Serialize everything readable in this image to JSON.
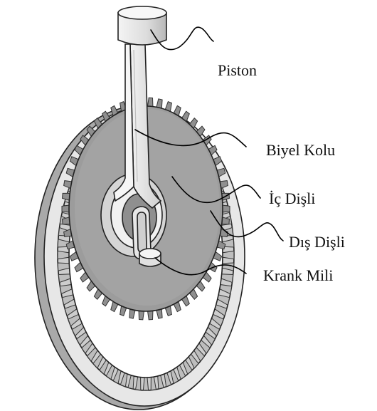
{
  "labels": {
    "piston": "Piston",
    "connecting_rod": "Biyel Kolu",
    "inner_gear": "İç Dişli",
    "outer_gear": "Dış Dişli",
    "crankshaft": "Krank Mili"
  },
  "colors": {
    "background": "#ffffff",
    "metal_light": "#e4e4e4",
    "metal_mid": "#bdbdbd",
    "metal_dark": "#8e8e8e",
    "gear_face": "#9a9a9a",
    "ink": "#111111"
  }
}
